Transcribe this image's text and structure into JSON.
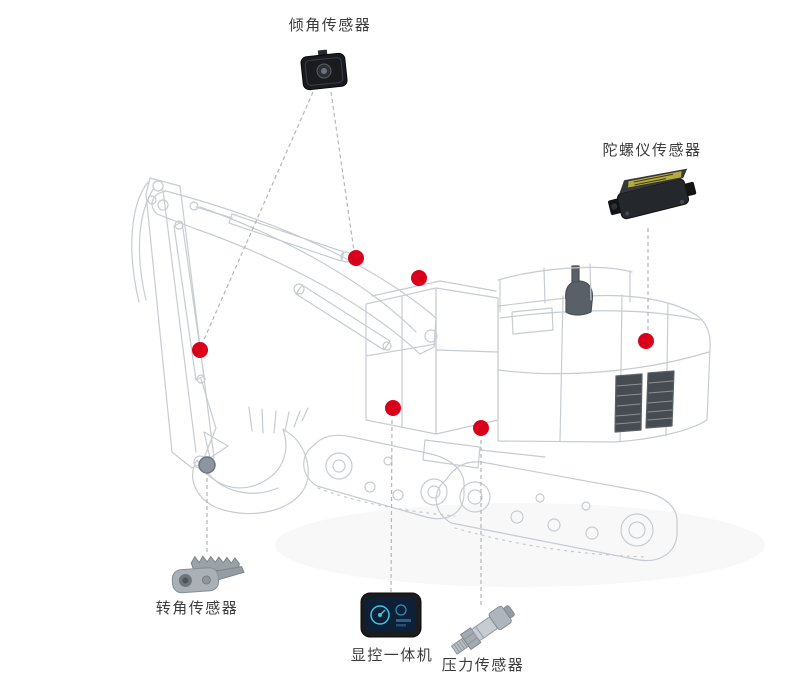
{
  "diagram": {
    "type": "sensor-installation-diagram",
    "subject": "excavator-wireframe"
  },
  "labels": {
    "tilt": "倾角传感器",
    "gyro": "陀螺仪传感器",
    "rotation": "转角传感器",
    "display": "显控一体机",
    "pressure": "压力传感器"
  },
  "icons": {
    "tilt": "tilt-sensor-device-icon",
    "gyro": "gyroscope-sensor-device-icon",
    "rotation": "rotation-angle-sensor-device-icon",
    "display": "display-console-device-icon",
    "pressure": "pressure-sensor-device-icon"
  },
  "colors": {
    "background": "#ffffff",
    "marker_red": "#d9001b",
    "marker_gray": "#8d96a0",
    "marker_gray_ring": "#6e7781",
    "connector": "#b5b5b5",
    "wireframe": "#c6ccd1",
    "label_text": "#3c3c3c"
  },
  "markers": {
    "red": [
      "boom-upper",
      "boom-cylinder-joint",
      "arm-mid",
      "boom-base",
      "body-front",
      "engine-side"
    ],
    "gray": [
      "bucket-joint"
    ]
  }
}
